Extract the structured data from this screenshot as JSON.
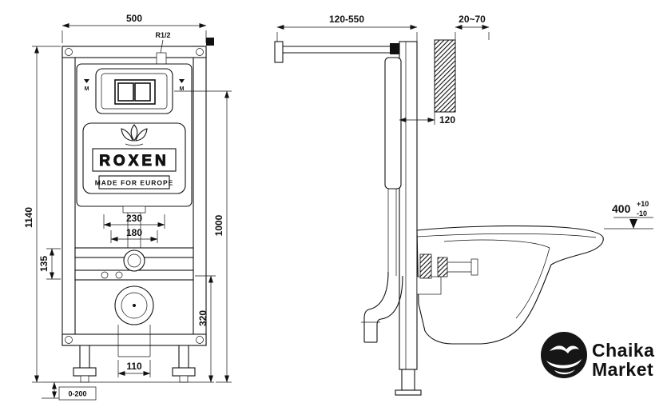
{
  "front_view": {
    "dim_width_top": "500",
    "dim_height_left": "1140",
    "thread_label": "R1/2",
    "water_mark": "M",
    "brand": "ROXEN",
    "tagline": "MADE FOR EUROPE",
    "dim_studs": "230",
    "dim_inner": "180",
    "dim_height_right": "1000",
    "dim_members": "135",
    "dim_outlet_height": "320",
    "dim_outlet_width": "110",
    "dim_feet_range": "0-200"
  },
  "side_view": {
    "dim_depth_range": "120-550",
    "dim_wall_gap": "20~70",
    "dim_frame_depth": "120",
    "dim_bowl_height": "400",
    "dim_bowl_tol_plus": "+10",
    "dim_bowl_tol_minus": "-10"
  },
  "logo": {
    "name_line1": "Chaika",
    "name_line2": "Market"
  }
}
